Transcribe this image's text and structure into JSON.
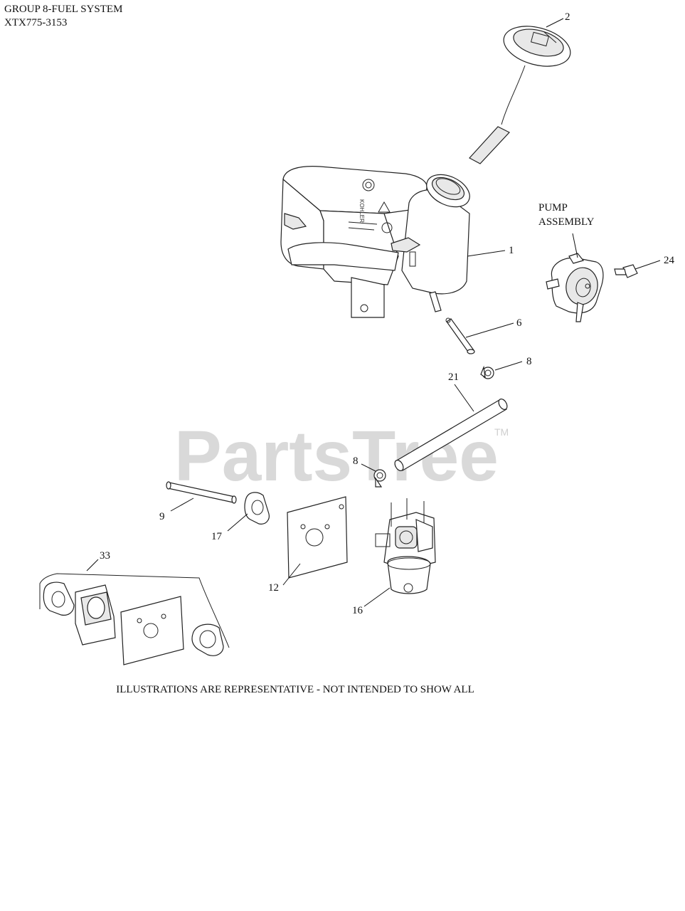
{
  "header": {
    "group": "GROUP 8-FUEL SYSTEM",
    "model": "XTX775-3153"
  },
  "watermark": {
    "text": "PartsTree",
    "tm": "TM"
  },
  "callouts": {
    "c1": "1",
    "c2": "2",
    "c6": "6",
    "c8a": "8",
    "c8b": "8",
    "c9": "9",
    "c12": "12",
    "c16": "16",
    "c17": "17",
    "c21": "21",
    "c24": "24",
    "c33": "33",
    "pump_line1": "PUMP",
    "pump_line2": "ASSEMBLY"
  },
  "tank_marking": "KOHLER",
  "footer": "ILLUSTRATIONS ARE REPRESENTATIVE - NOT INTENDED TO SHOW ALL"
}
